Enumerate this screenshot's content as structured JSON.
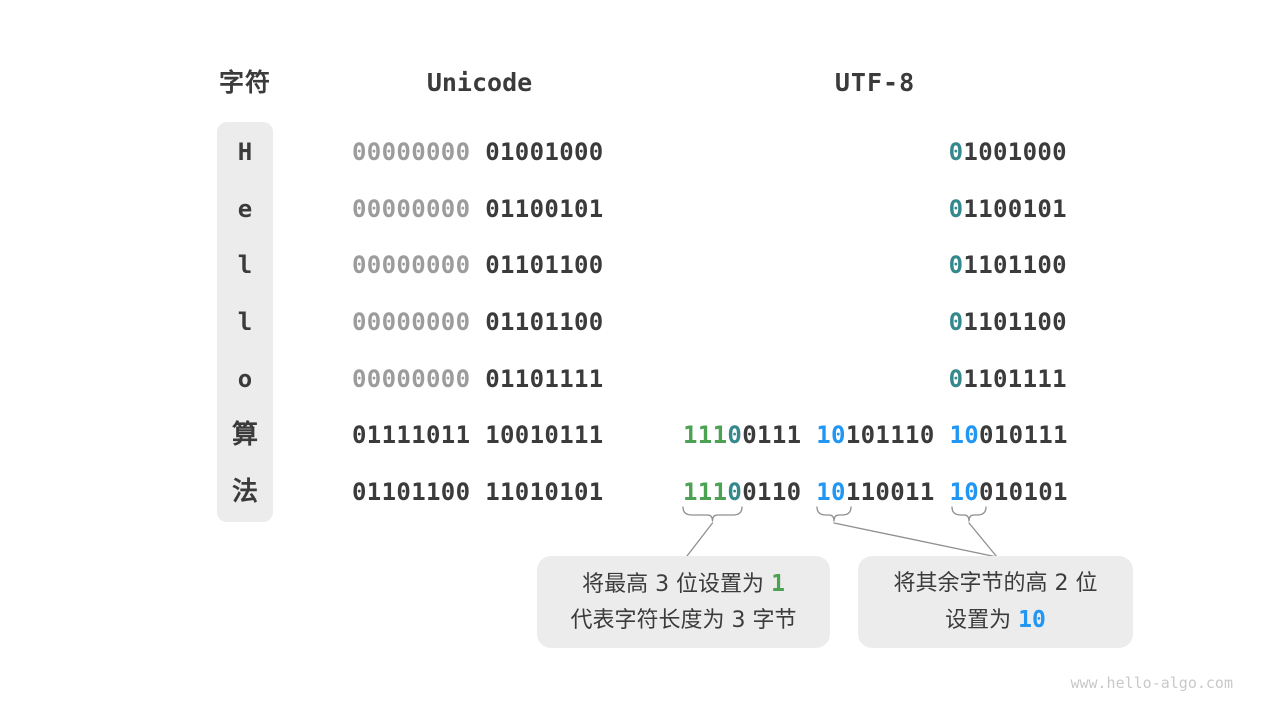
{
  "palette": {
    "dark": "#3b3b3b",
    "gray": "#9c9c9c",
    "green": "#4ca152",
    "teal": "#35898d",
    "blue": "#2196f3",
    "box_bg": "#ececec",
    "connector": "#8f8f8f",
    "watermark": "#c9c9c9"
  },
  "headers": {
    "char": "字符",
    "unicode": "Unicode",
    "utf8": "UTF-8"
  },
  "rows": [
    {
      "char": "H",
      "cjk": false,
      "unicode": [
        {
          "t": "00000000",
          "c": "gray"
        },
        {
          "t": " 01001000",
          "c": "dark"
        }
      ],
      "utf8": [
        {
          "t": "0",
          "c": "teal"
        },
        {
          "t": "1001000",
          "c": "dark"
        }
      ]
    },
    {
      "char": "e",
      "cjk": false,
      "unicode": [
        {
          "t": "00000000",
          "c": "gray"
        },
        {
          "t": " 01100101",
          "c": "dark"
        }
      ],
      "utf8": [
        {
          "t": "0",
          "c": "teal"
        },
        {
          "t": "1100101",
          "c": "dark"
        }
      ]
    },
    {
      "char": "l",
      "cjk": false,
      "unicode": [
        {
          "t": "00000000",
          "c": "gray"
        },
        {
          "t": " 01101100",
          "c": "dark"
        }
      ],
      "utf8": [
        {
          "t": "0",
          "c": "teal"
        },
        {
          "t": "1101100",
          "c": "dark"
        }
      ]
    },
    {
      "char": "l",
      "cjk": false,
      "unicode": [
        {
          "t": "00000000",
          "c": "gray"
        },
        {
          "t": " 01101100",
          "c": "dark"
        }
      ],
      "utf8": [
        {
          "t": "0",
          "c": "teal"
        },
        {
          "t": "1101100",
          "c": "dark"
        }
      ]
    },
    {
      "char": "o",
      "cjk": false,
      "unicode": [
        {
          "t": "00000000",
          "c": "gray"
        },
        {
          "t": " 01101111",
          "c": "dark"
        }
      ],
      "utf8": [
        {
          "t": "0",
          "c": "teal"
        },
        {
          "t": "1101111",
          "c": "dark"
        }
      ]
    },
    {
      "char": "算",
      "cjk": true,
      "unicode": [
        {
          "t": "01111011 10010111",
          "c": "dark"
        }
      ],
      "utf8": [
        {
          "t": "111",
          "c": "green"
        },
        {
          "t": "0",
          "c": "teal"
        },
        {
          "t": "0111 ",
          "c": "dark"
        },
        {
          "t": "10",
          "c": "blue"
        },
        {
          "t": "101110 ",
          "c": "dark"
        },
        {
          "t": "10",
          "c": "blue"
        },
        {
          "t": "010111",
          "c": "dark"
        }
      ]
    },
    {
      "char": "法",
      "cjk": true,
      "unicode": [
        {
          "t": "01101100 11010101",
          "c": "dark"
        }
      ],
      "utf8": [
        {
          "t": "111",
          "c": "green"
        },
        {
          "t": "0",
          "c": "teal"
        },
        {
          "t": "0110 ",
          "c": "dark"
        },
        {
          "t": "10",
          "c": "blue"
        },
        {
          "t": "110011 ",
          "c": "dark"
        },
        {
          "t": "10",
          "c": "blue"
        },
        {
          "t": "010101",
          "c": "dark"
        }
      ]
    }
  ],
  "callouts": [
    {
      "lines": [
        [
          {
            "t": "将最高 3 位设置为 ",
            "c": "dark"
          },
          {
            "t": "1",
            "c": "green"
          }
        ],
        [
          {
            "t": "代表字符长度为 3 字节",
            "c": "dark"
          }
        ]
      ]
    },
    {
      "lines": [
        [
          {
            "t": "将其余字节的高 2 位",
            "c": "dark"
          }
        ],
        [
          {
            "t": "设置为 ",
            "c": "dark"
          },
          {
            "t": "10",
            "c": "blue"
          }
        ]
      ]
    }
  ],
  "watermark": "www.hello-algo.com"
}
